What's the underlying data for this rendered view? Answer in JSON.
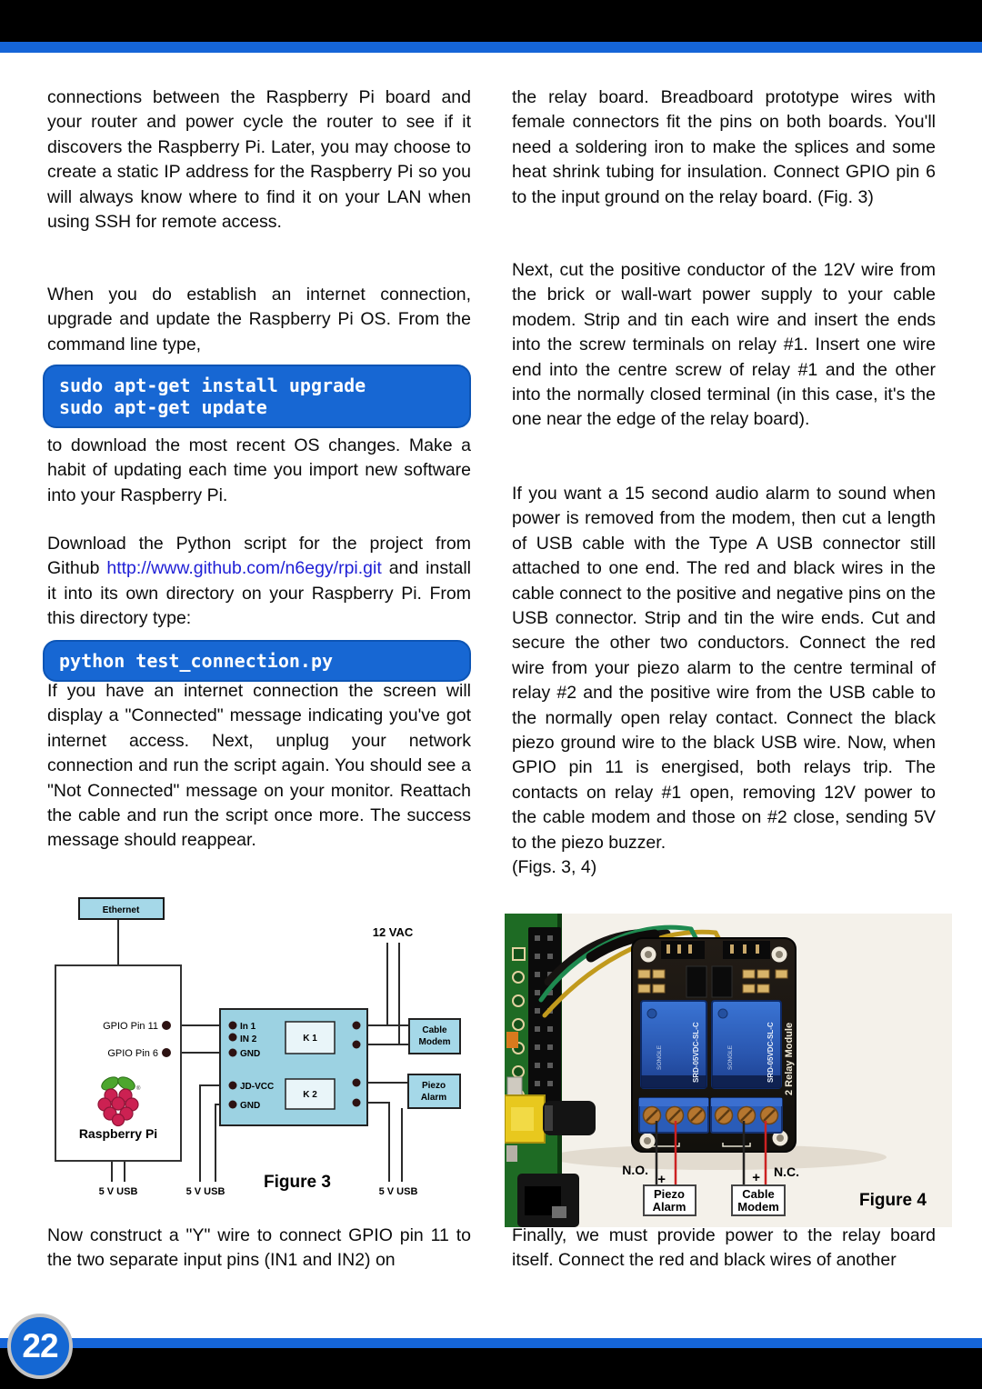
{
  "page": {
    "number": "22"
  },
  "colors": {
    "accent_blue": "#1565d8",
    "code_block_blue": "#1767d3",
    "diagram_box_fill": "#a5d8e8",
    "link_blue": "#1f1fd6",
    "relay_blue": "#2f66c9"
  },
  "left_column": {
    "p1": "connections between the Raspberry Pi board and your router and power cycle the router to see if it discovers the Raspberry Pi. Later, you may choose to create a static IP address for the Raspberry Pi so you will always know where to find it on your LAN when using SSH for remote access.",
    "p2": "When you do establish an internet connection, upgrade and update the Raspberry Pi OS. From the command line type,",
    "code1_line1": "sudo apt-get install upgrade",
    "code1_line2": "sudo apt-get update",
    "p3": "to download the most recent OS changes. Make a habit of updating each time you import new software into your Raspberry Pi.",
    "p4_before_link": "Download the Python script for the project from Github ",
    "p4_link": "http://www.github.com/n6egy/rpi.git",
    "p4_after_link": " and install it into its own directory on your Raspberry Pi. From this directory type:",
    "code2": "python test_connection.py",
    "p5": "If you have an internet connection the screen will display a \"Connected\" message indicating you've got internet access. Next, unplug your network connection and run the script again. You should see a \"Not Connected\" message on your monitor. Reattach the cable and run the script once more. The success message should reappear.",
    "p6": "Now construct a \"Y\" wire to connect GPIO pin 11 to the two separate input pins (IN1 and IN2) on"
  },
  "right_column": {
    "p1": "the relay board. Breadboard prototype wires with female connectors fit the pins on both boards. You'll need a soldering iron to make the splices and some heat shrink tubing for insulation. Connect GPIO pin 6 to the input ground on the relay board. (Fig. 3)",
    "p2": "Next, cut the positive conductor of the 12V wire from the brick or wall-wart power supply to your cable modem. Strip and tin each wire and insert the ends into the screw terminals on relay #1. Insert one wire end into the centre screw of relay #1 and the other into the normally closed terminal (in this case, it's the one near the edge of the relay board).",
    "p3": "If you want a 15 second audio alarm to sound when power is removed from the modem, then cut a length of USB cable with the Type A USB connector still attached to one end. The red and black wires in the cable connect to the positive and negative pins on the USB connector. Strip and tin the wire ends. Cut and secure the other two conductors. Connect the red wire from your piezo alarm to the centre terminal of relay #2 and the positive wire from the USB cable to the normally open relay contact. Connect the black piezo ground wire to the black USB wire. Now, when GPIO pin 11 is energised, both relays trip. The contacts on relay #1 open, removing 12V power to the cable modem and those on #2 close, sending 5V to the piezo buzzer.",
    "p3b": "(Figs. 3, 4)",
    "p4": "Finally, we must provide power to the relay board itself. Connect the red and black wires of another"
  },
  "figure3": {
    "ethernet": "Ethernet",
    "gpio11": "GPIO Pin 11",
    "gpio6": "GPIO Pin 6",
    "raspberry_pi": "Raspberry Pi",
    "in1": "In 1",
    "in2": "IN 2",
    "gnd_top": "GND",
    "jd_vcc": "JD-VCC",
    "gnd_bottom": "GND",
    "k1": "K 1",
    "k2": "K 2",
    "vac": "12 VAC",
    "cable": [
      "Cable",
      "Modem"
    ],
    "piezo": [
      "Piezo",
      "Alarm"
    ],
    "usb1": "5 V USB",
    "usb2": "5 V USB",
    "usb3": "5 V USB",
    "caption": "Figure 3"
  },
  "figure4": {
    "no_label": "N.O.",
    "nc_label": "N.C.",
    "plus1": "+",
    "plus2": "+",
    "piezo": [
      "Piezo",
      "Alarm"
    ],
    "cable": [
      "Cable",
      "Modem"
    ],
    "relay_module": "2 Relay Module",
    "relay1_label": "SRD-05VDC-SL-C",
    "relay2_label": "SRD-05VDC-SL-C",
    "songle1": "SONGLE",
    "songle2": "SONGLE",
    "caption": "Figure 4"
  }
}
